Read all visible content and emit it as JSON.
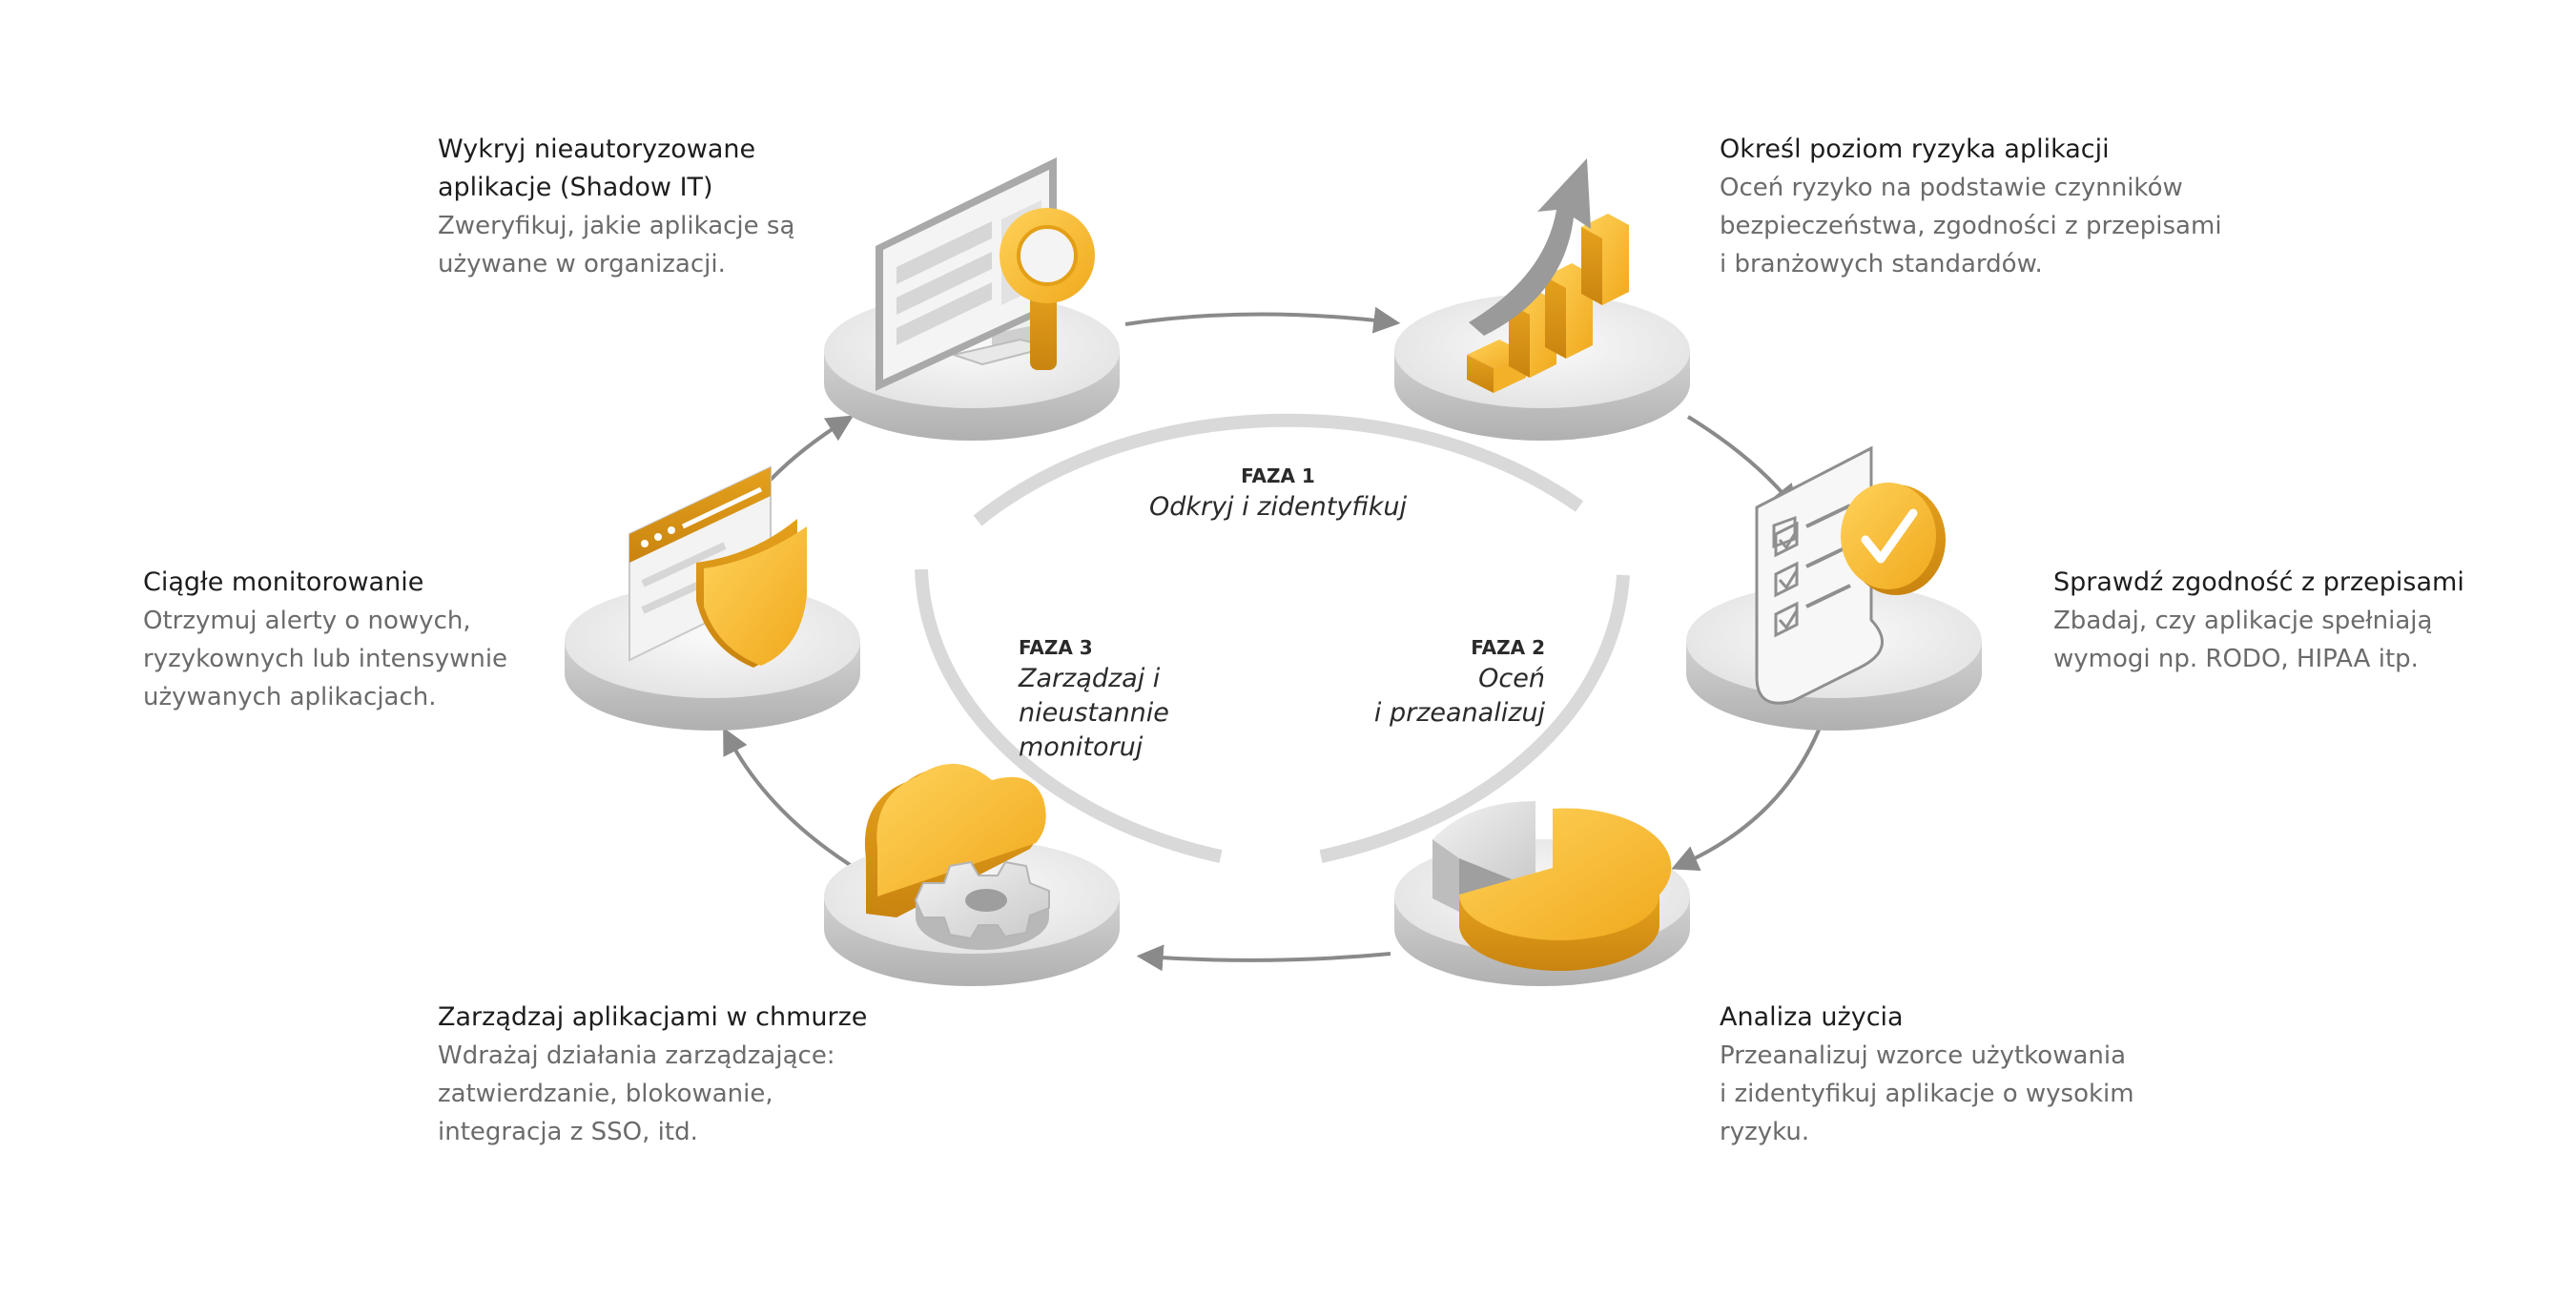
{
  "colors": {
    "accent": "#f7b82a",
    "accent_dark": "#e39f16",
    "ring": "#d9d9d9",
    "arrow": "#8a8a8a",
    "platform": "#e6e6e6",
    "title_text": "#1d1d1d",
    "desc_text": "#6b6b6b"
  },
  "phases": [
    {
      "label": "FAZA 1",
      "name_lines": [
        "Odkryj i zidentyfikuj"
      ]
    },
    {
      "label": "FAZA 2",
      "name_lines": [
        "Oceń",
        "i przeanalizuj"
      ]
    },
    {
      "label": "FAZA 3",
      "name_lines": [
        "Zarządzaj i",
        "nieustannie",
        "monitoruj"
      ]
    }
  ],
  "steps": [
    {
      "icon": "monitor-magnifier-icon",
      "title_lines": [
        "Wykryj nieautoryzowane",
        "aplikacje (Shadow IT)"
      ],
      "desc_lines": [
        "Zweryfikuj, jakie aplikacje są",
        "używane w organizacji."
      ]
    },
    {
      "icon": "growth-chart-icon",
      "title_lines": [
        "Określ poziom ryzyka aplikacji"
      ],
      "desc_lines": [
        "Oceń ryzyko na podstawie czynników",
        "bezpieczeństwa, zgodności z przepisami",
        "i branżowych standardów."
      ]
    },
    {
      "icon": "compliance-checklist-icon",
      "title_lines": [
        "Sprawdź zgodność z przepisami"
      ],
      "desc_lines": [
        "Zbadaj, czy aplikacje spełniają",
        "wymogi np. RODO, HIPAA itp."
      ]
    },
    {
      "icon": "pie-chart-icon",
      "title_lines": [
        "Analiza użycia"
      ],
      "desc_lines": [
        "Przeanalizuj wzorce użytkowania",
        "i zidentyfikuj aplikacje o wysokim",
        "ryzyku."
      ]
    },
    {
      "icon": "cloud-gear-icon",
      "title_lines": [
        "Zarządzaj aplikacjami w chmurze"
      ],
      "desc_lines": [
        "Wdrażaj działania zarządzające:",
        "zatwierdzanie, blokowanie,",
        "integracja z SSO, itd."
      ]
    },
    {
      "icon": "browser-shield-icon",
      "title_lines": [
        "Ciągłe monitorowanie"
      ],
      "desc_lines": [
        "Otrzymuj alerty o nowych,",
        "ryzykownych lub intensywnie",
        "używanych aplikacjach."
      ]
    }
  ]
}
